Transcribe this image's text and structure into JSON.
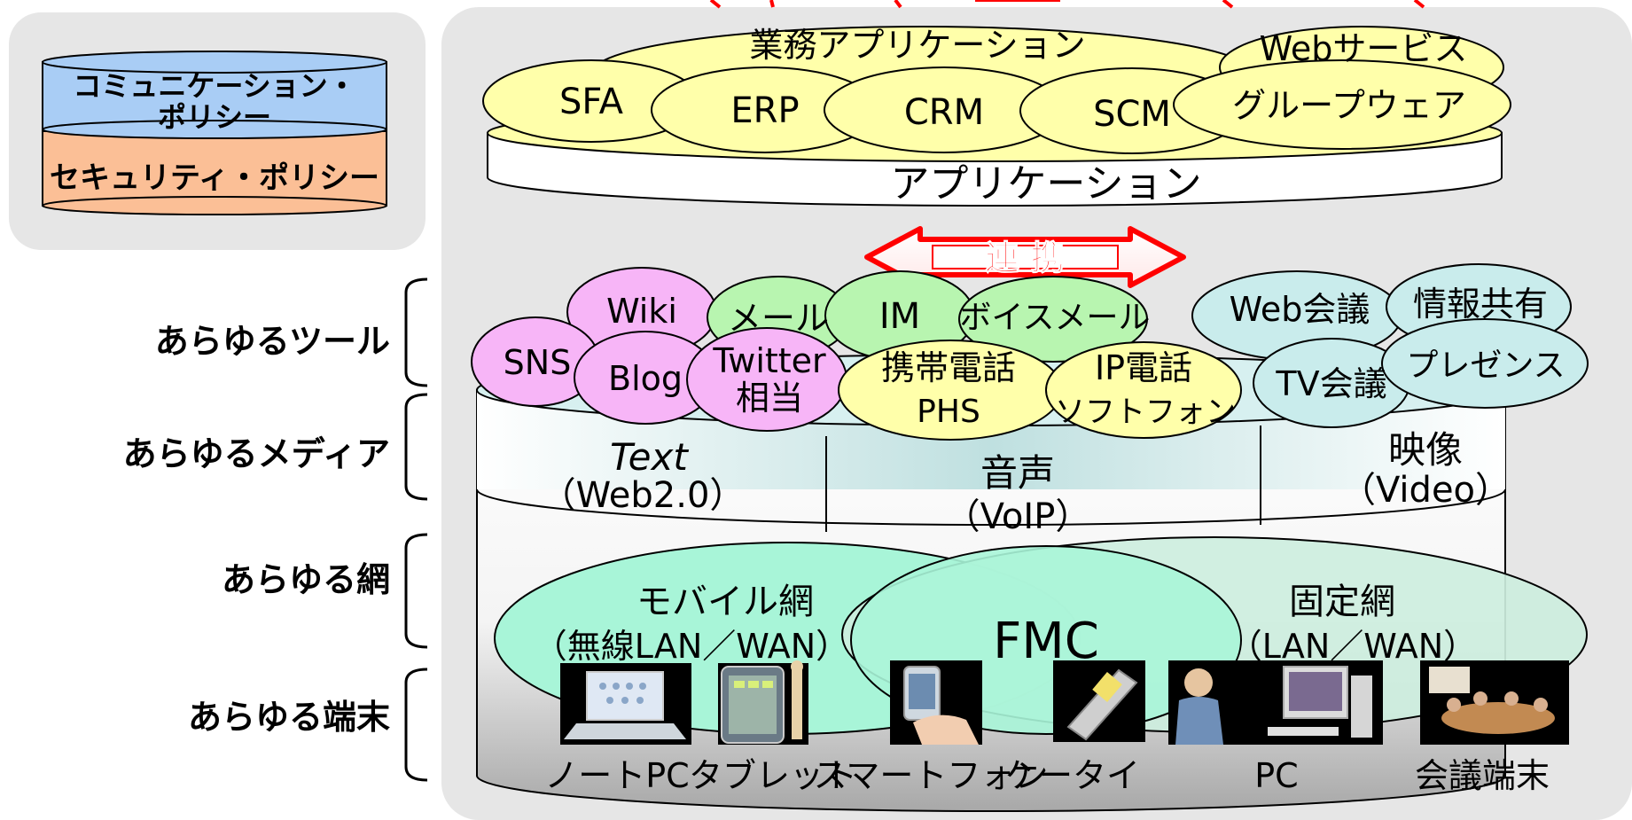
{
  "policy": {
    "communication": "コミュニケーション・ポリシー",
    "communication_l1": "コミュニケーション・",
    "communication_l2": "ポリシー",
    "security": "セキュリティ・ポリシー"
  },
  "left_labels": {
    "tools": "あらゆるツール",
    "media": "あらゆるメディア",
    "network": "あらゆる網",
    "devices": "あらゆる端末"
  },
  "applications": {
    "base": "アプリケーション",
    "business": "業務アプリケーション",
    "web_service": "Webサービス",
    "sfa": "SFA",
    "erp": "ERP",
    "crm": "CRM",
    "scm": "SCM",
    "groupware": "グループウェア"
  },
  "link": {
    "label": "連 携"
  },
  "tools": {
    "sns": "SNS",
    "wiki": "Wiki",
    "blog": "Blog",
    "mail": "メール",
    "im": "IM",
    "twitter_l1": "Twitter",
    "twitter_l2": "相当",
    "voicemail": "ボイスメール",
    "mobile_l1": "携帯電話",
    "mobile_l2": "PHS",
    "ip_phone_l1": "IP電話",
    "ip_phone_l2": "ソフトフォン",
    "web_conf": "Web会議",
    "info_share": "情報共有",
    "tv_conf": "TV会議",
    "presence": "プレゼンス"
  },
  "media": {
    "text_l1": "Text",
    "text_l2": "（Web2.0）",
    "voice_l1": "音声",
    "voice_l2": "（VoIP）",
    "video_l1": "映像",
    "video_l2": "（Video）"
  },
  "network": {
    "mobile_l1": "モバイル網",
    "mobile_l2": "（無線LAN／WAN）",
    "fmc": "FMC",
    "fixed_l1": "固定網",
    "fixed_l2": "（LAN／WAN）"
  },
  "devices": {
    "notebook": "ノートPC",
    "tablet": "タブレット",
    "smartphone": "スマートフォン",
    "keitai": "ケータイ",
    "pc": "PC",
    "conference": "会議端末"
  },
  "colors": {
    "red": "#ff0000",
    "yellow": "#ffffaa",
    "pink": "#f7b5f7",
    "green": "#b8f5b0",
    "teal": "#c9ecec",
    "blue_policy": "#a9cdf5",
    "orange_policy": "#fbbf96",
    "mint": "#a8f5d8"
  }
}
